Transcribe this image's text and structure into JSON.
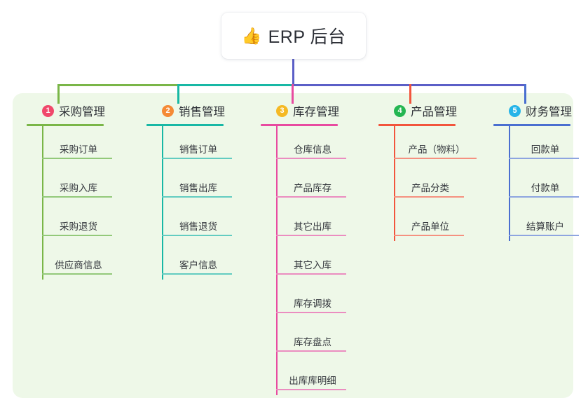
{
  "root": {
    "emoji": "👍",
    "emoji_name": "thumbs-up-icon",
    "title": "ERP 后台"
  },
  "colors": {
    "panel_bg": "#eef8e8",
    "page_bg": "#ffffff",
    "trunk": "#5b5fc7",
    "bus_left": "#7ab648",
    "bus_mid": "#18b8a5",
    "bus_right": "#5b5fc7",
    "text": "#33363c"
  },
  "columns": [
    {
      "index": "1",
      "title": "采购管理",
      "badge_color": "#f0486b",
      "rule_color": "#7ab648",
      "drop_color": "#7ab648",
      "items": [
        "采购订单",
        "采购入库",
        "采购退货",
        "供应商信息"
      ]
    },
    {
      "index": "2",
      "title": "销售管理",
      "badge_color": "#f58a35",
      "rule_color": "#18b8a5",
      "drop_color": "#18b8a5",
      "items": [
        "销售订单",
        "销售出库",
        "销售退货",
        "客户信息"
      ]
    },
    {
      "index": "3",
      "title": "库存管理",
      "badge_color": "#f5b924",
      "rule_color": "#e84ba0",
      "drop_color": "#e84ba0",
      "items": [
        "仓库信息",
        "产品库存",
        "其它出库",
        "其它入库",
        "库存调拨",
        "库存盘点",
        "出库库明细"
      ]
    },
    {
      "index": "4",
      "title": "产品管理",
      "badge_color": "#24b652",
      "rule_color": "#f2553d",
      "drop_color": "#f2553d",
      "items": [
        "产品（物料）",
        "产品分类",
        "产品单位"
      ]
    },
    {
      "index": "5",
      "title": "财务管理",
      "badge_color": "#25b4e8",
      "rule_color": "#4a6fd0",
      "drop_color": "#4a6fd0",
      "items": [
        "回款单",
        "付款单",
        "结算账户"
      ]
    }
  ]
}
